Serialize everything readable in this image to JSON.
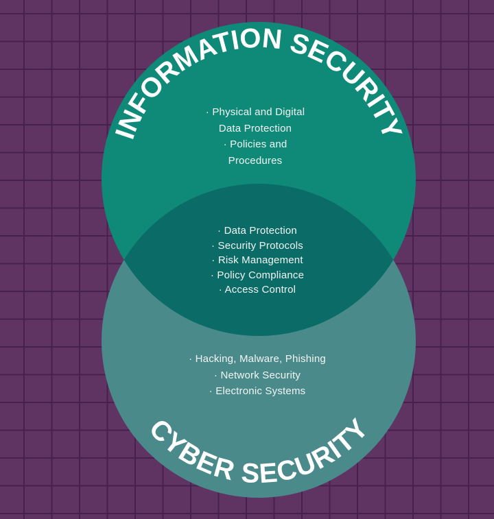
{
  "colors": {
    "background": "#5f3463",
    "grid": "#47214d",
    "info_circle": "#0f8a78",
    "cyber_circle": "#4b8a8b",
    "overlap": "#0b6b67",
    "text": "#ffffff"
  },
  "info_security": {
    "title": "INFORMATION SECURITY",
    "items": [
      "· Physical and Digital",
      "Data Protection",
      "· Policies and",
      "Procedures"
    ]
  },
  "overlap": {
    "items": [
      "· Data Protection",
      "· Security Protocols",
      "· Risk Management",
      "· Policy Compliance",
      "· Access Control"
    ]
  },
  "cyber_security": {
    "title": "CYBER SECURITY",
    "items": [
      "· Hacking, Malware, Phishing",
      "· Network Security",
      "· Electronic Systems"
    ]
  }
}
